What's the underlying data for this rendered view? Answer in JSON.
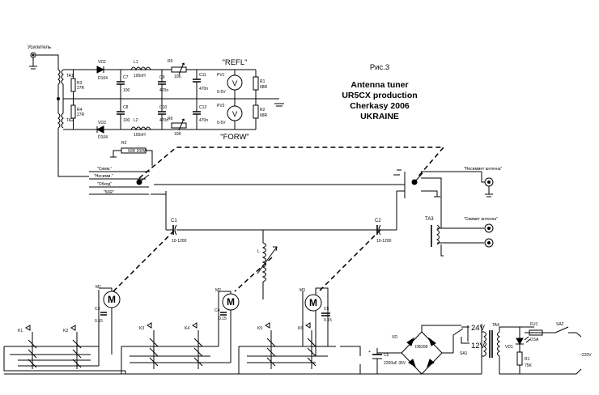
{
  "figure": {
    "number": "Рис.3",
    "title_lines": [
      "Antenna tuner",
      "UR5CX production",
      "Cherkasy 2006",
      "UKRAINE"
    ]
  },
  "meters": {
    "refl_label": "\"REFL\"",
    "forw_label": "\"FORW\"",
    "pv1": "PV1",
    "pv2": "PV2",
    "pv_value1": "0-5V",
    "pv_value2": "0-5V",
    "v_symbol": "V"
  },
  "labels": {
    "amplifier": "Усилитель",
    "ta1": "TA1",
    "ta2": "TA2",
    "ta3": "TA3",
    "ta4": "TA4",
    "vd2": "VD2",
    "vd3": "VD3",
    "vd2_val": "D104",
    "vd3_val": "D104",
    "l1": "L1",
    "l2": "L2",
    "l1_val": "100nH",
    "l2_val": "100nH",
    "r3": "R3",
    "r4": "R4",
    "r3_val": "27R",
    "r4_val": "27R",
    "c7": "C7",
    "c8": "C8",
    "c7_val": "100",
    "c8_val": "100",
    "c9": "C9",
    "c10": "C10",
    "c9_val": "470n",
    "c10_val": "470n",
    "c11": "C11",
    "c12": "C12",
    "c11_val": "470n",
    "c12_val": "470n",
    "r5": "R5",
    "r6": "R6",
    "r5_val": "10K",
    "r6_val": "10K",
    "r1_top": "R1",
    "r2_right": "R2",
    "r1_top_val": "68R",
    "r2_right_val": "68R",
    "r2": "R2",
    "r2_val": "50R 200W",
    "switch_symm": "\"Симм.\"",
    "switch_nesymm": "\"Несимм.\"",
    "switch_bypass": "\"Обход\"",
    "switch_50r": "\"50R\"",
    "nesymm_antenna": "\"Несиммет антенна\"",
    "symm_antenna": "\"Симмет антенна\"",
    "c1": "C1",
    "c2": "C2",
    "c1_val": "10-1200",
    "c2_val": "10-1200",
    "l": "L",
    "m1": "M1",
    "m2": "M2",
    "m3": "M3",
    "motor_symbol": "M",
    "c3": "C3",
    "c4": "C4",
    "c5": "C5",
    "c3_val": "0.15",
    "c4_val": "0.15",
    "c5_val": "0.15",
    "k1": "K1",
    "k2": "K2",
    "k3": "K3",
    "k4": "K4",
    "k5": "K5",
    "k6": "K6",
    "vd": "VD",
    "vd_val": "DB208",
    "c6": "C6",
    "c6_val": "2200uF 35V",
    "v24": "24V",
    "v12": "12V",
    "sa1": "SA1",
    "sa2": "SA2",
    "fu1": "FU1",
    "fu1_val": "0.5A",
    "vd1": "VD1",
    "r1": "R1",
    "r1_val": "75K",
    "mains": "~220V"
  }
}
